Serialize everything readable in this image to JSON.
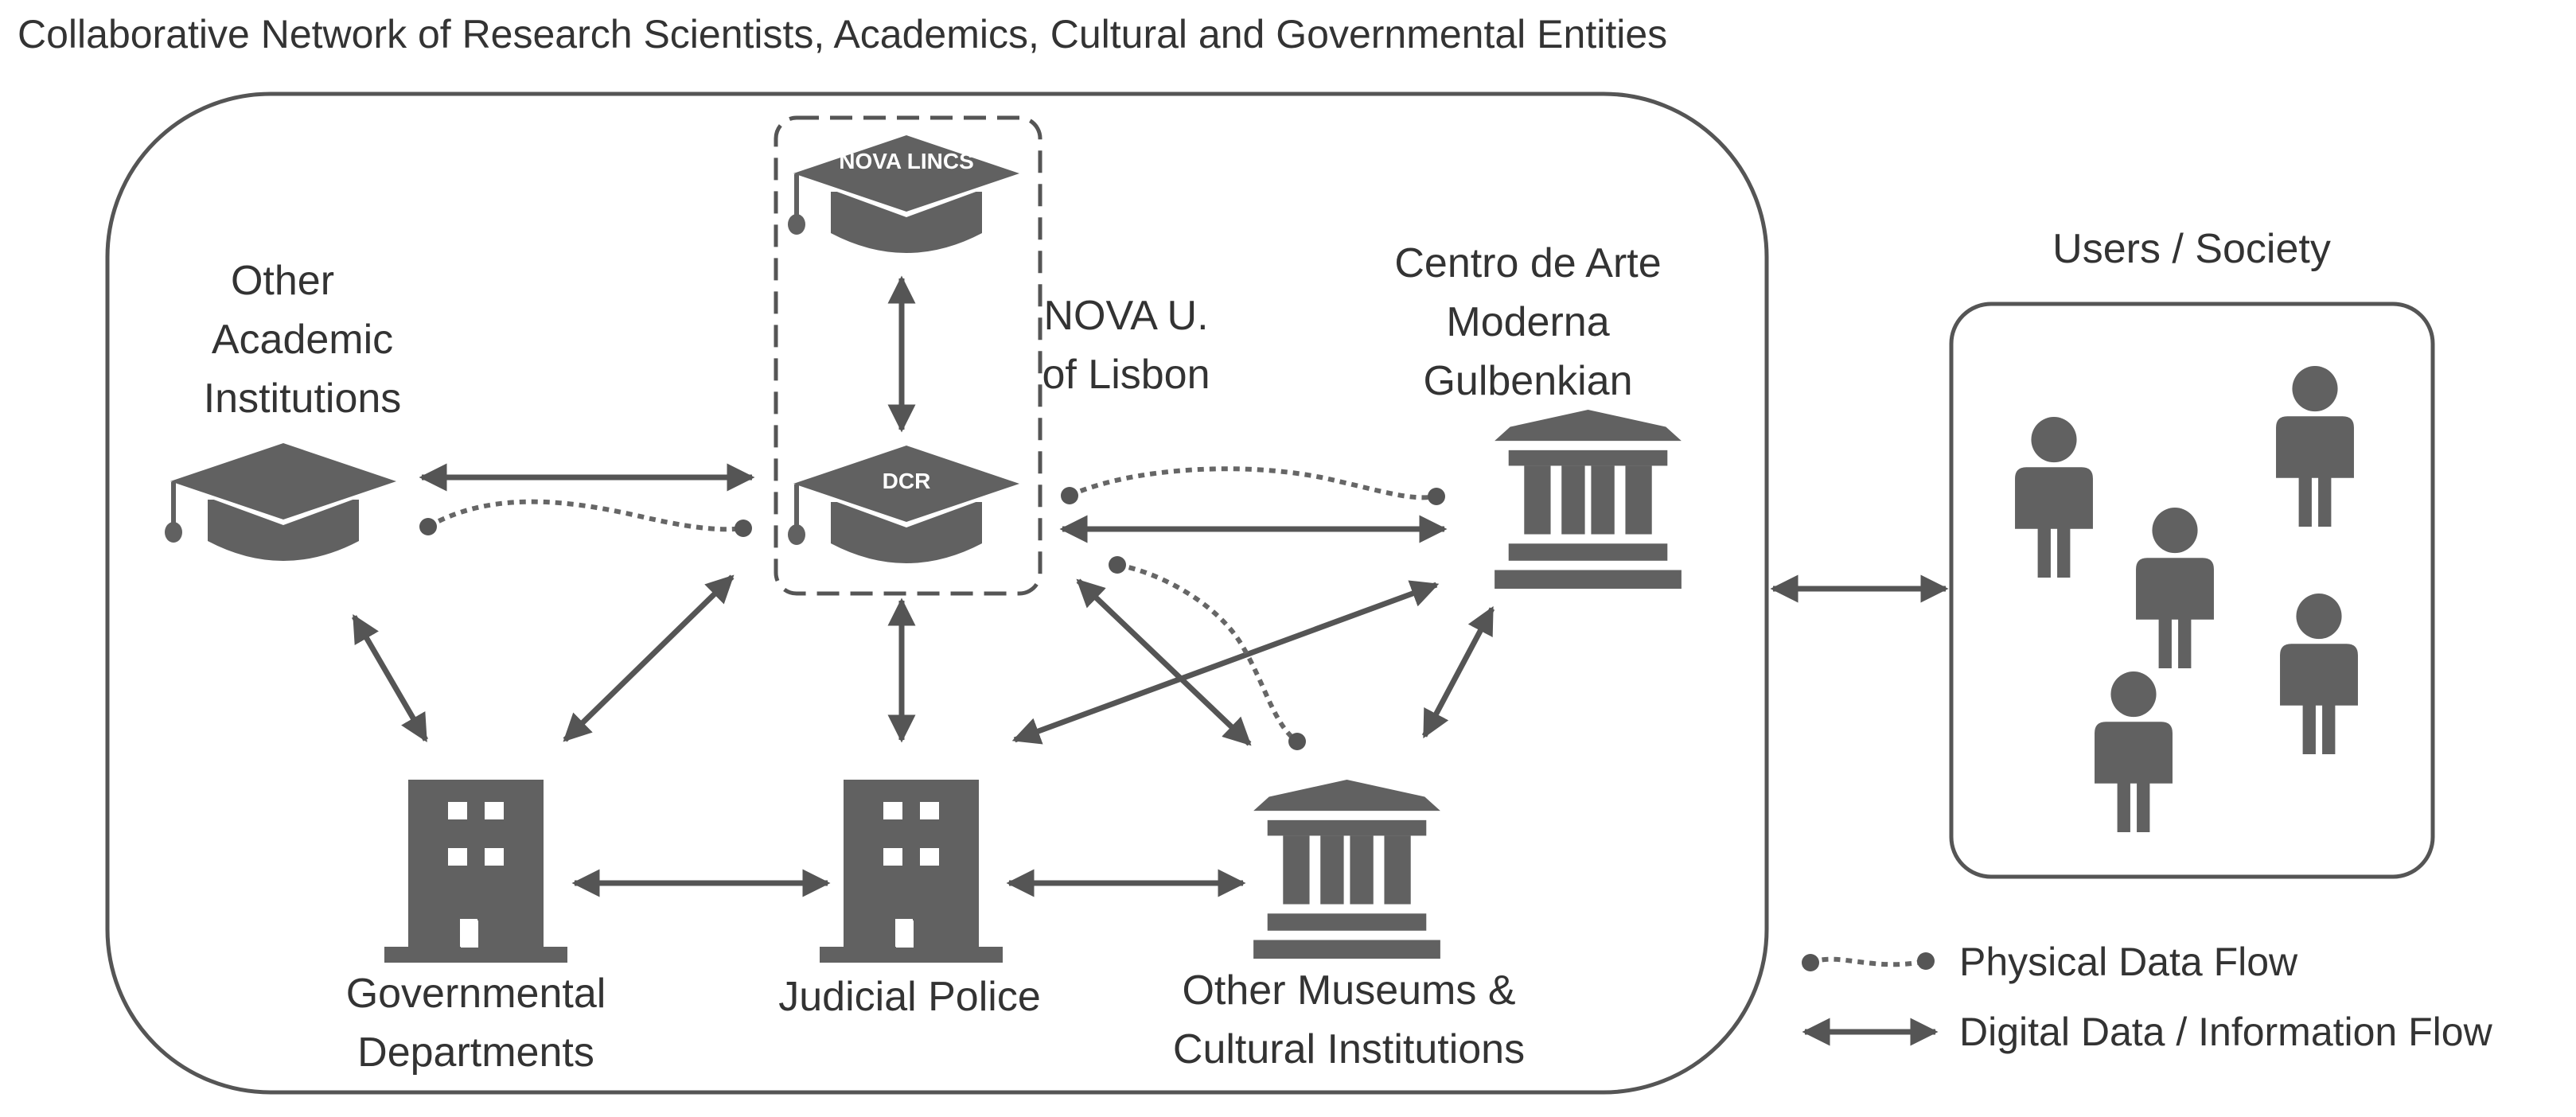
{
  "title": "Collaborative Network of Research Scientists, Academics, Cultural and Governmental Entities",
  "colors": {
    "icon": "#616161",
    "line": "#555555",
    "text": "#333333"
  },
  "nodes": {
    "nova_lincs": {
      "label": "NOVA LINCS",
      "icon": "graduation-cap-icon"
    },
    "dcr": {
      "label": "DCR",
      "icon": "graduation-cap-icon"
    },
    "nova_u": {
      "line1": "NOVA U.",
      "line2": "of Lisbon"
    },
    "other_academic": {
      "line1": "Other",
      "line2": "Academic",
      "line3": "Institutions",
      "icon": "graduation-cap-icon"
    },
    "cam": {
      "line1": "Centro de Arte",
      "line2": "Moderna",
      "line3": "Gulbenkian",
      "icon": "museum-icon"
    },
    "gov": {
      "line1": "Governmental",
      "line2": "Departments",
      "icon": "building-icon"
    },
    "police": {
      "line1": "Judicial Police",
      "icon": "building-icon"
    },
    "museums": {
      "line1": "Other Museums &",
      "line2": "Cultural Institutions",
      "icon": "museum-icon"
    },
    "users": {
      "label": "Users / Society",
      "icon": "person-icon"
    }
  },
  "legend": {
    "physical": "Physical Data Flow",
    "digital": "Digital Data / Information Flow"
  }
}
